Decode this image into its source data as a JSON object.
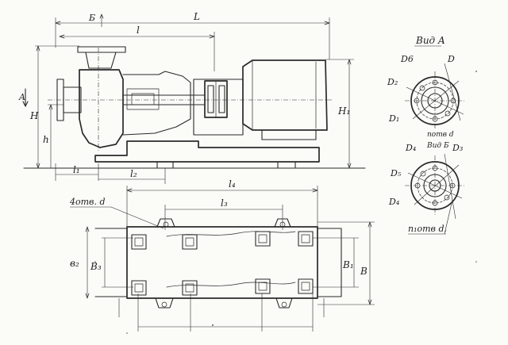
{
  "drawing": {
    "side_view": {
      "dim_L": "L",
      "dim_l": "l",
      "dim_b": "Б",
      "dim_H": "H",
      "dim_h": "h",
      "dim_H1": "H₁",
      "dim_l1": "l₁",
      "dim_l2": "l₂",
      "view_arrow": "A"
    },
    "plan_view": {
      "dim_l4": "l₄",
      "dim_l3": "l₃",
      "dim_b2": "в₂",
      "dim_b3": "В₃",
      "dim_b1": "В₁",
      "dim_B": "В",
      "holes_note": "4отв. d"
    },
    "view_A": {
      "title": "Вид A",
      "D": "D",
      "D6": "D6",
      "D2": "D₂",
      "D1": "D₁",
      "holes": "nотв d"
    },
    "view_B": {
      "title": "Вид Б",
      "D4": "D₄",
      "D3": "D₃",
      "D5": "D₅",
      "D4b": "D₄",
      "holes": "n₁отв d."
    }
  }
}
